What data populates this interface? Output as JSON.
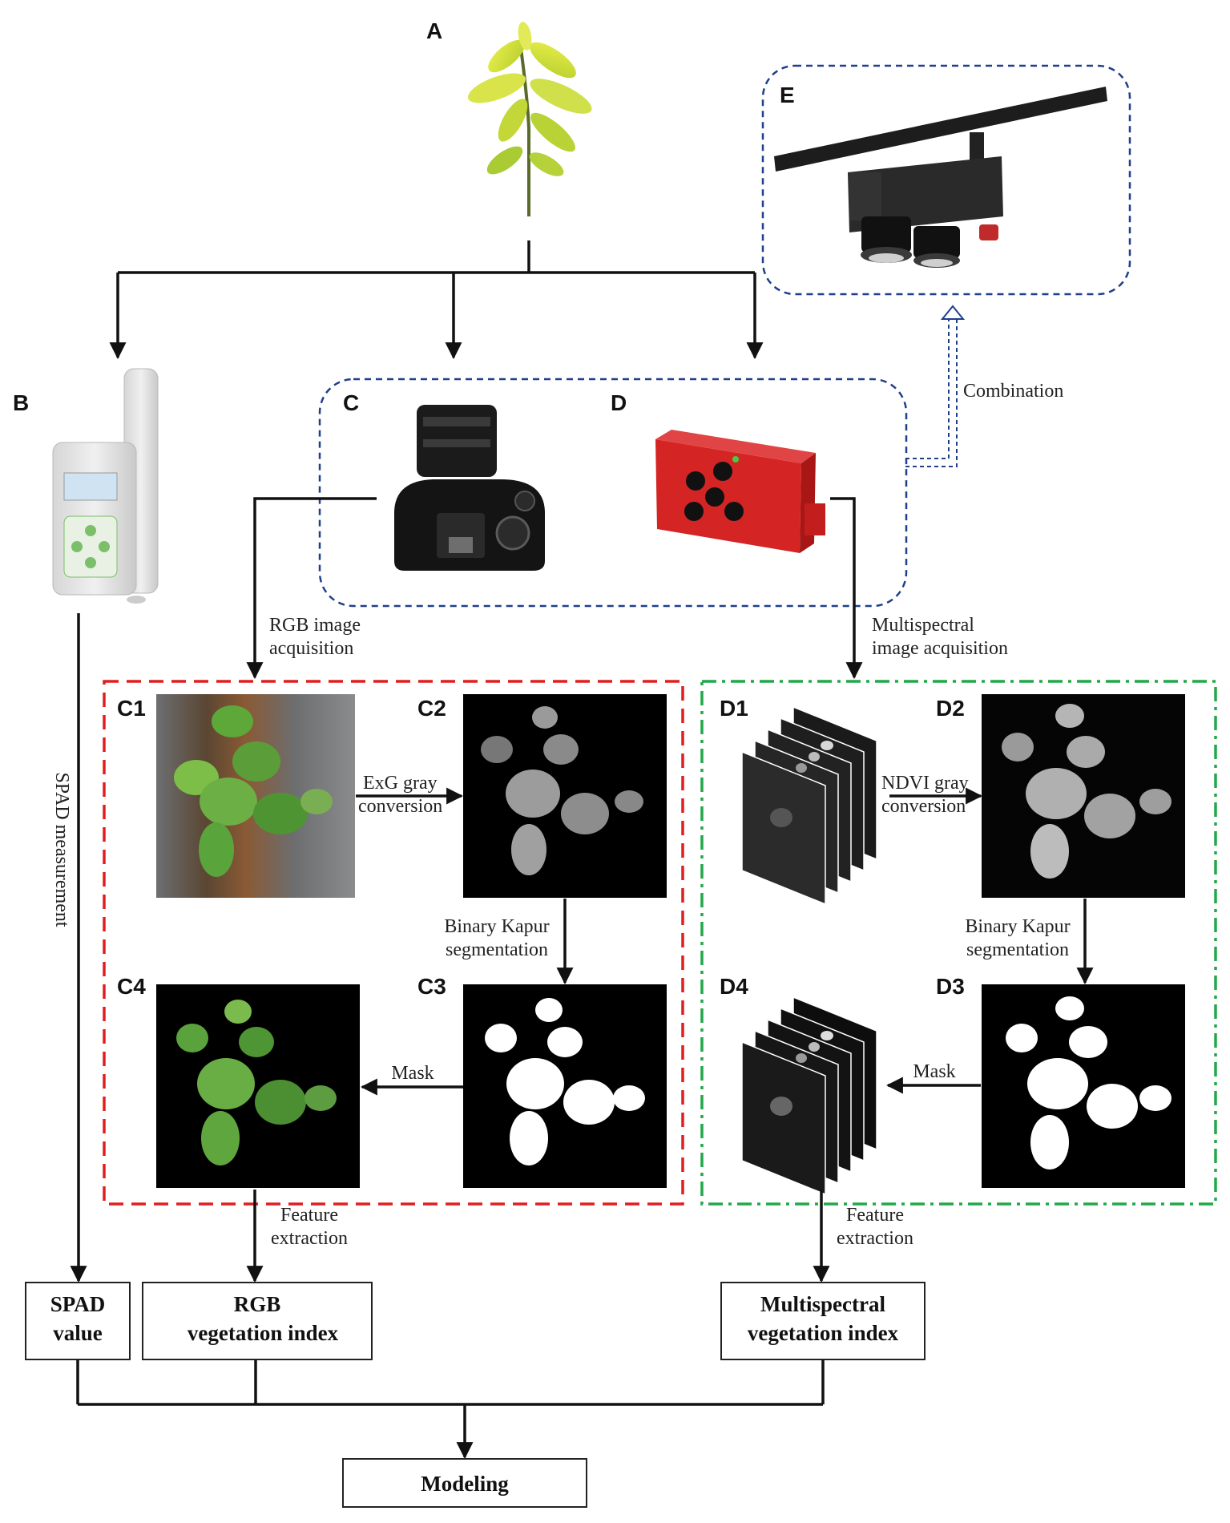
{
  "panels": {
    "a": "A",
    "b": "B",
    "c": "C",
    "d": "D",
    "e": "E",
    "c1": "C1",
    "c2": "C2",
    "c3": "C3",
    "c4": "C4",
    "d1": "D1",
    "d2": "D2",
    "d3": "D3",
    "d4": "D4"
  },
  "labels": {
    "combination": "Combination",
    "rgb_acq_1": "RGB  image",
    "rgb_acq_2": "acquisition",
    "ms_acq_1": "Multispectral",
    "ms_acq_2": "image acquisition",
    "exg_1": "ExG gray",
    "exg_2": "conversion",
    "ndvi_1": "NDVI gray",
    "ndvi_2": "conversion",
    "kapur_c_1": "Binary Kapur",
    "kapur_c_2": "segmentation",
    "kapur_d_1": "Binary Kapur",
    "kapur_d_2": "segmentation",
    "mask_c": "Mask",
    "mask_d": "Mask",
    "feat_c_1": "Feature",
    "feat_c_2": "extraction",
    "feat_d_1": "Feature",
    "feat_d_2": "extraction",
    "spad_measurement": "SPAD measurement"
  },
  "boxes": {
    "spad_1": "SPAD",
    "spad_2": "value",
    "rgb_1": "RGB",
    "rgb_2": "vegetation index",
    "ms_1": "Multispectral",
    "ms_2": "vegetation index",
    "modeling": "Modeling"
  },
  "colors": {
    "blue_dash": "#1f3f8c",
    "red_dash": "#e01e1e",
    "green_dash": "#22a84a",
    "device_red": "#d42424"
  },
  "icons": {
    "a": "plant-seedling",
    "b": "spad-meter",
    "c": "dslr-camera",
    "d": "multispectral-camera",
    "e": "rail-camera-rig"
  }
}
